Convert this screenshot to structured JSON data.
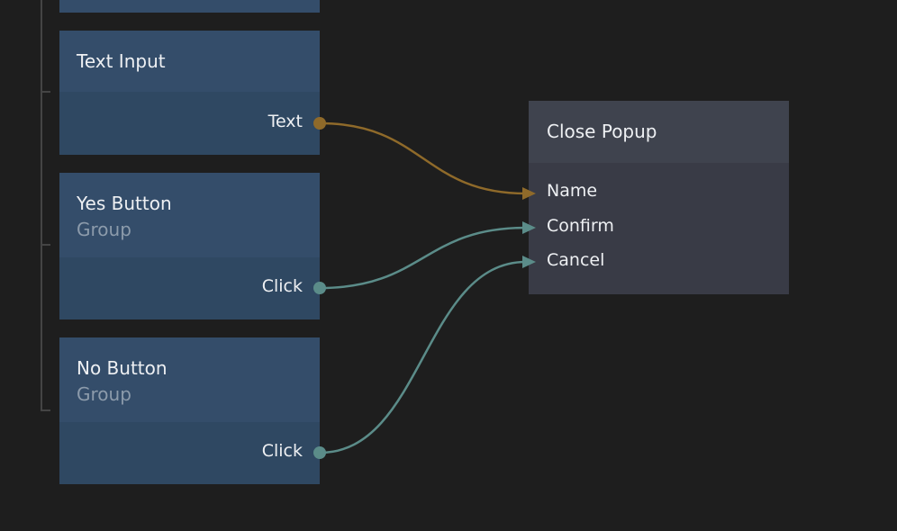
{
  "nodes": [
    {
      "title": "Text Input",
      "port": "Text",
      "port_color": "#8f6a2a"
    },
    {
      "title": "Yes Button",
      "subtitle": "Group",
      "port": "Click",
      "port_color": "#5b8c89"
    },
    {
      "title": "No Button",
      "subtitle": "Group",
      "port": "Click",
      "port_color": "#5b8c89"
    }
  ],
  "target": {
    "title": "Close Popup",
    "inputs": [
      "Name",
      "Confirm",
      "Cancel"
    ]
  },
  "connections": [
    {
      "from": "Text Input.Text",
      "to": "Close Popup.Name",
      "color": "#8f6a2a"
    },
    {
      "from": "Yes Button.Click",
      "to": "Close Popup.Confirm",
      "color": "#5b8c89"
    },
    {
      "from": "No Button.Click",
      "to": "Close Popup.Cancel",
      "color": "#5b8c89"
    }
  ]
}
